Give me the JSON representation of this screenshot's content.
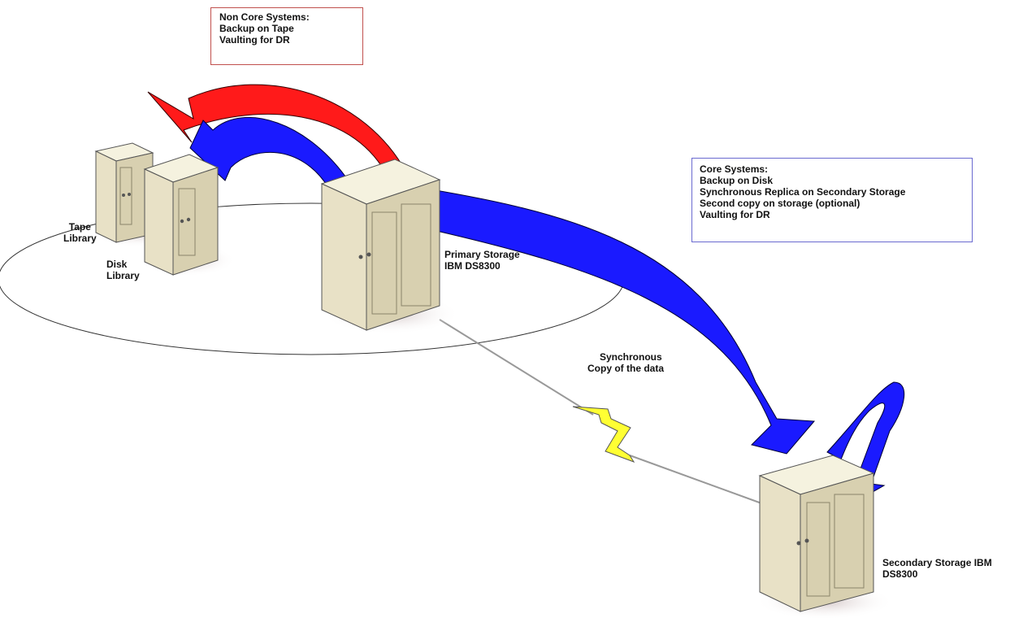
{
  "non_core_box": {
    "lines": [
      "Non Core Systems:",
      "Backup on Tape",
      "Vaulting for DR"
    ]
  },
  "core_box": {
    "lines": [
      "Core Systems:",
      "Backup on Disk",
      "Synchronous Replica on Secondary Storage",
      "Second copy on storage (optional)",
      "Vaulting for DR"
    ]
  },
  "nodes": {
    "tape_library": [
      "Tape",
      "Library"
    ],
    "disk_library": [
      "Disk",
      "Library"
    ],
    "primary_storage": [
      "Primary Storage",
      "IBM DS8300"
    ],
    "secondary_storage": [
      "Secondary Storage IBM",
      "DS8300"
    ]
  },
  "link_label": [
    "Synchronous",
    "Copy of the data"
  ],
  "colors": {
    "red_arrow": "#ff1a1a",
    "blue_arrow": "#1a1aff",
    "lightning": "#ffff33",
    "server_body": "#f3efdc",
    "non_core_border": "#c0504d",
    "core_border": "#6a6ad0"
  }
}
